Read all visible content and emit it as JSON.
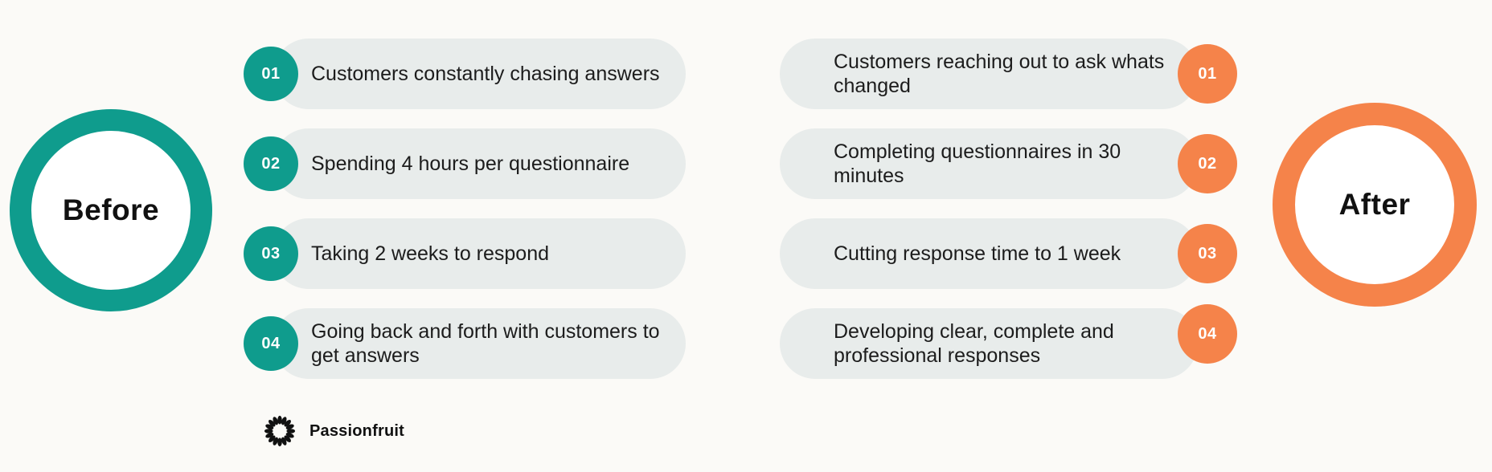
{
  "colors": {
    "teal": "#0F9C8D",
    "orange": "#F5834A",
    "pill_background": "#E8ECEB",
    "page_background": "#FBFAF7",
    "text": "#1C1C1C",
    "number_text": "#FFFFFF"
  },
  "before": {
    "label": "Before",
    "items": [
      {
        "number": "01",
        "text": "Customers constantly chasing answers"
      },
      {
        "number": "02",
        "text": "Spending 4 hours per questionnaire"
      },
      {
        "number": "03",
        "text": "Taking 2 weeks to respond"
      },
      {
        "number": "04",
        "text": "Going back and forth with customers to get answers"
      }
    ]
  },
  "after": {
    "label": "After",
    "items": [
      {
        "number": "01",
        "text": "Customers reaching out to ask whats changed"
      },
      {
        "number": "02",
        "text": "Completing questionnaires in 30 minutes"
      },
      {
        "number": "03",
        "text": "Cutting response time to 1 week"
      },
      {
        "number": "04",
        "text": "Developing clear, complete and professional responses"
      }
    ]
  },
  "footer": {
    "brand": "Passionfruit",
    "logo_icon": "petal-ring-icon"
  }
}
